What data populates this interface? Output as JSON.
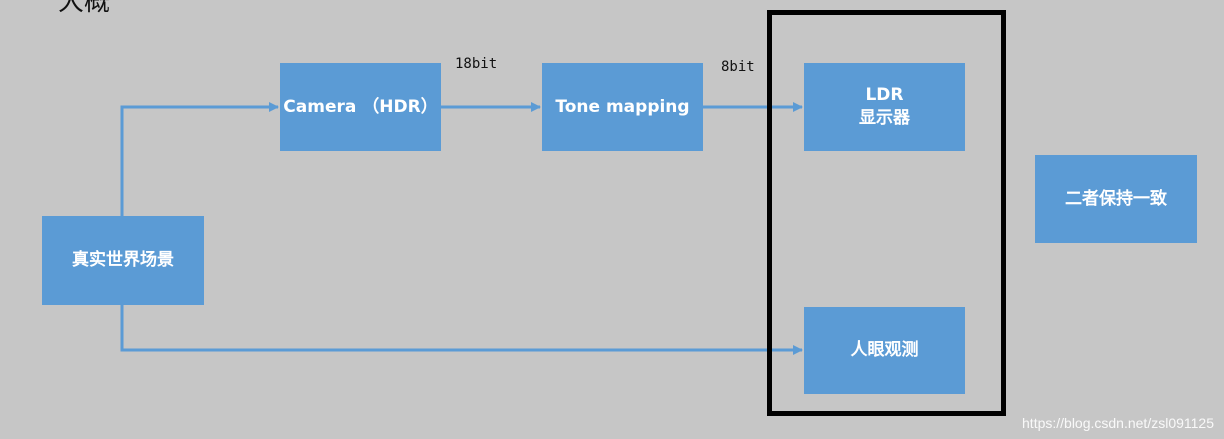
{
  "header_fragment": "大概",
  "nodes": {
    "real_scene": "真实世界场景",
    "camera": "Camera （HDR）",
    "tone_mapping": "Tone mapping",
    "ldr_line1": "LDR",
    "ldr_line2": "显示器",
    "human_eye": "人眼观测",
    "consistency": "二者保持一致"
  },
  "edge_labels": {
    "camera_to_tone": "18bit",
    "tone_to_ldr": "8bit"
  },
  "watermark": "https://blog.csdn.net/zsl091125",
  "colors": {
    "background": "#c6c6c6",
    "node_fill": "#5b9bd5",
    "arrow": "#5b9bd5",
    "frame": "#000000"
  }
}
